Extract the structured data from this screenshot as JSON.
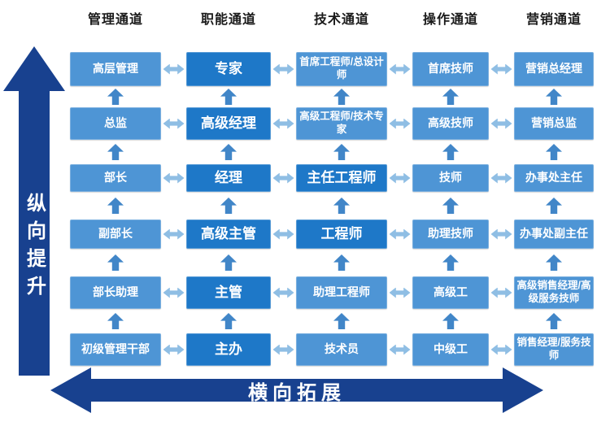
{
  "palette": {
    "box_light": "#4E95D5",
    "box_dark": "#1E78C8",
    "up_arrow": "#4186C8",
    "lateral_arrow": "#8FBEE4",
    "axis_arrow": "#18418F",
    "header_text": "#1a1a1a",
    "box_text": "#ffffff"
  },
  "columns": [
    {
      "header": "管理通道",
      "levels": [
        "高层管理",
        "总监",
        "部长",
        "副部长",
        "部长助理",
        "初级管理干部"
      ]
    },
    {
      "header": "职能通道",
      "levels": [
        "专家",
        "高级经理",
        "经理",
        "高级主管",
        "主管",
        "主办"
      ]
    },
    {
      "header": "技术通道",
      "levels": [
        "首席工程师/总设计师",
        "高级工程师/技术专家",
        "主任工程师",
        "工程师",
        "助理工程师",
        "技术员"
      ]
    },
    {
      "header": "操作通道",
      "levels": [
        "首席技师",
        "高级技师",
        "技师",
        "助理技师",
        "高级工",
        "中级工"
      ]
    },
    {
      "header": "营销通道",
      "levels": [
        "营销总经理",
        "营销总监",
        "办事处主任",
        "办事处副主任",
        "高级销售经理/高级服务技师",
        "销售经理/服务技师"
      ]
    }
  ],
  "axes": {
    "vertical_label": "纵向提升",
    "horizontal_label": "横向拓展"
  }
}
